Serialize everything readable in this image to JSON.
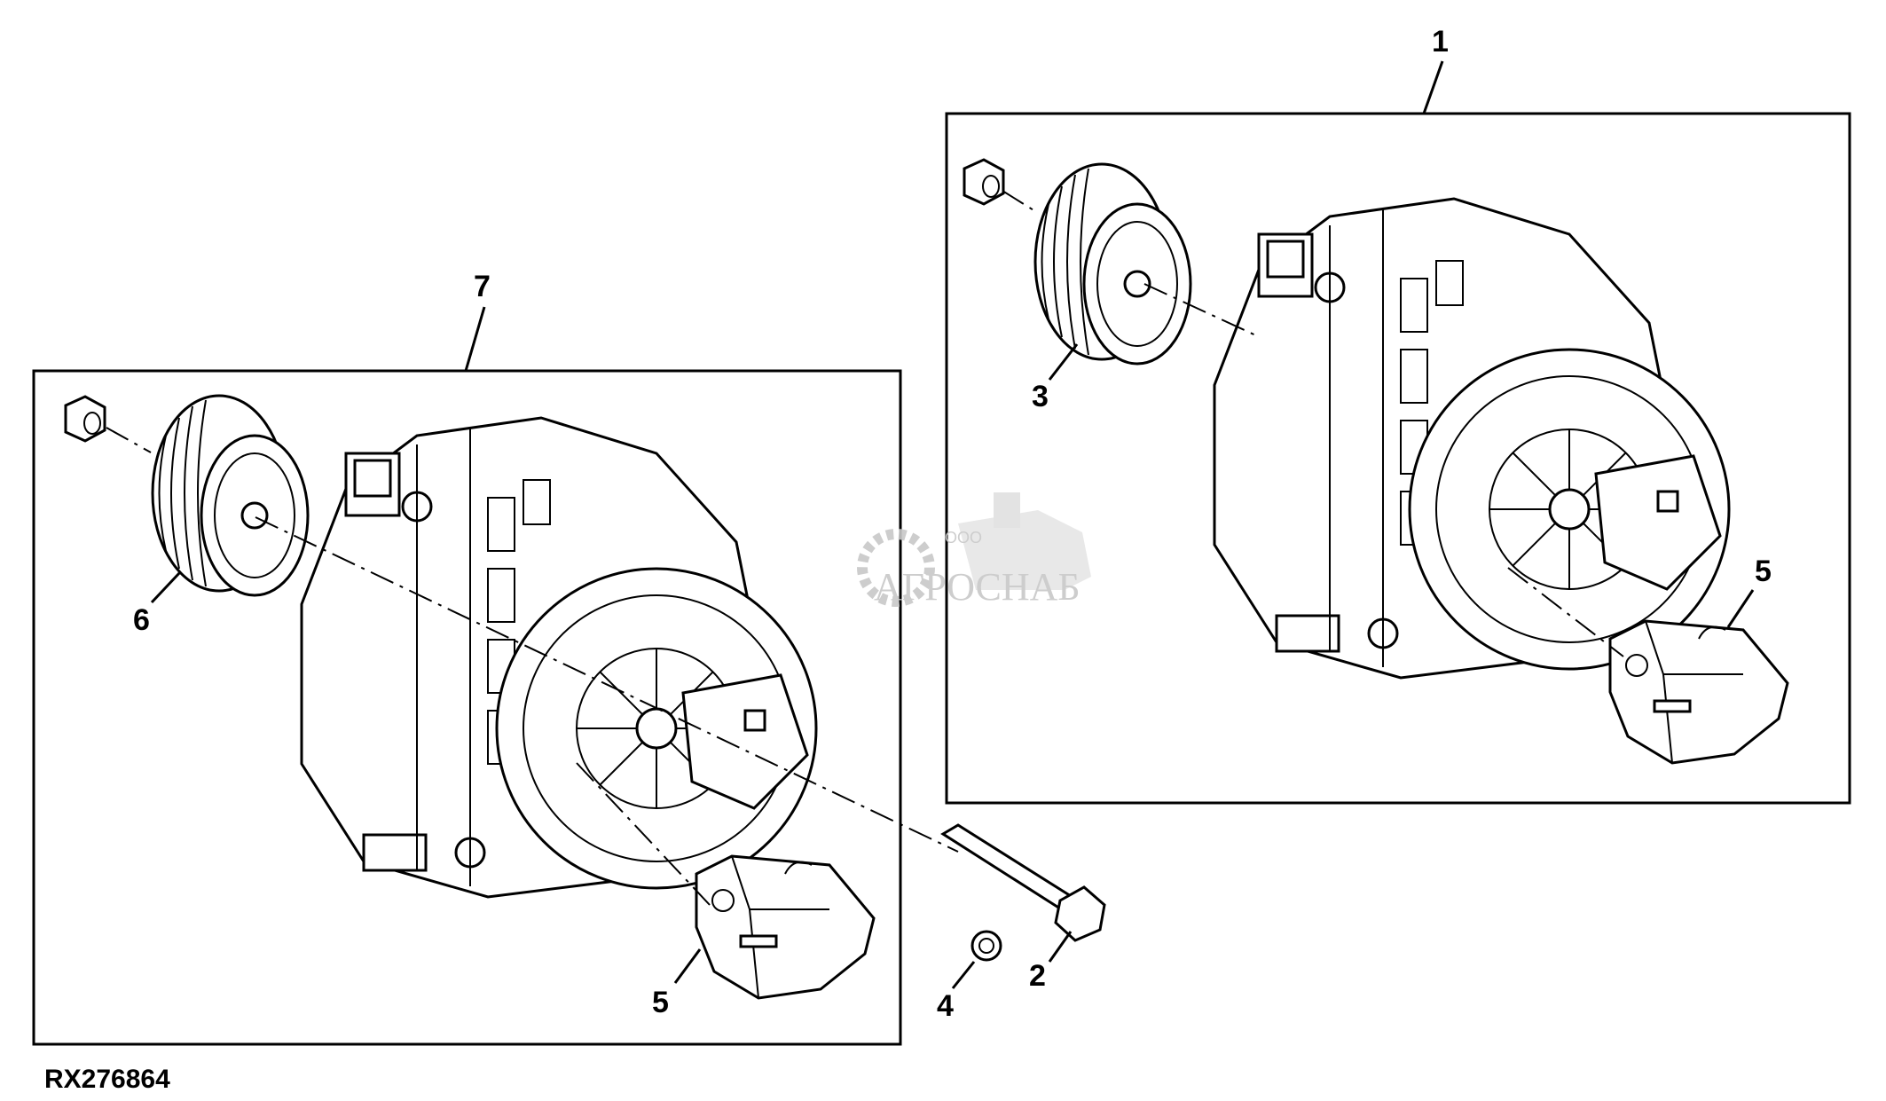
{
  "figure_id": "RX276864",
  "callouts": {
    "c1": "1",
    "c2": "2",
    "c3": "3",
    "c4": "4",
    "c5a": "5",
    "c5b": "5",
    "c6": "6",
    "c7": "7"
  },
  "watermark": {
    "prefix": "ООО",
    "name": "АГРОСНАБ"
  }
}
